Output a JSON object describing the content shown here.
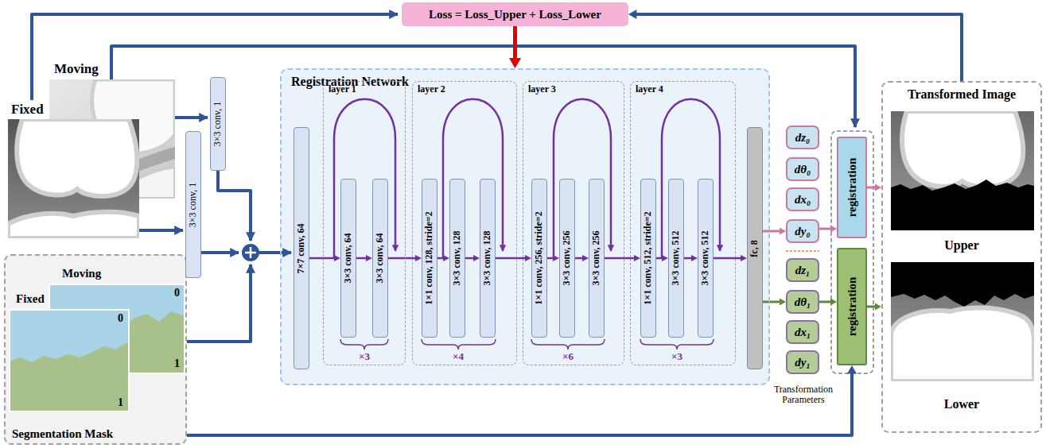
{
  "diagram": {
    "nodes": [
      {
        "text": [
          "Loss = Loss_Upper + Loss_Lower"
        ]
      },
      {
        "text": [
          "Segmentation Mask"
        ]
      },
      {
        "text": [
          "3×3 conv, 1"
        ]
      },
      {
        "text": [
          "3×3 conv, 1"
        ]
      },
      {
        "text": [
          "Registration Network"
        ]
      },
      {
        "text": [
          "7×7 conv, 64"
        ],
        "in": 4
      },
      {
        "text": [
          "layer 1"
        ],
        "in": 4
      },
      {
        "text": [
          "3×3 conv, 64"
        ],
        "in": 6
      },
      {
        "text": [
          "3×3 conv, 64"
        ],
        "in": 6
      },
      {
        "text": [
          "layer 2"
        ],
        "in": 4
      },
      {
        "text": [
          "1×1 conv, 128, stride=2"
        ],
        "in": 9
      },
      {
        "text": [
          "3×3 conv, 128"
        ],
        "in": 9
      },
      {
        "text": [
          "3×3 conv, 128"
        ],
        "in": 9
      },
      {
        "text": [
          "layer 3"
        ],
        "in": 4
      },
      {
        "text": [
          "1×1 conv, 256, stride=2"
        ],
        "in": 13
      },
      {
        "text": [
          "3×3 conv, 256"
        ],
        "in": 13
      },
      {
        "text": [
          "3×3 conv, 256"
        ],
        "in": 13
      },
      {
        "text": [
          "layer 4"
        ],
        "in": 4
      },
      {
        "text": [
          "1×1 conv, 512, stride=2"
        ],
        "in": 17
      },
      {
        "text": [
          "3×3 conv, 512"
        ],
        "in": 17
      },
      {
        "text": [
          "3×3 conv, 512"
        ],
        "in": 17
      },
      {
        "text": [
          "fc, 8"
        ],
        "in": 4
      },
      {
        "text": [
          "dz₀"
        ]
      },
      {
        "text": [
          "dθ₀"
        ]
      },
      {
        "text": [
          "dx₀"
        ]
      },
      {
        "text": [
          "dy₀"
        ]
      },
      {
        "text": [
          "dz₁"
        ]
      },
      {
        "text": [
          "dθ₁"
        ]
      },
      {
        "text": [
          "dx₁"
        ]
      },
      {
        "text": [
          "dy₁"
        ]
      },
      {
        "text": [
          "registration"
        ]
      },
      {
        "text": [
          "registration"
        ]
      },
      {
        "text": [
          "Transformed Image",
          "Upper",
          "Lower"
        ]
      }
    ],
    "edges": [
      {
        "from": 0,
        "to": 4,
        "arrow": "to"
      },
      {
        "from": 5,
        "to": 7,
        "arrow": "to"
      },
      {
        "from": 7,
        "to": 8,
        "arrow": "to"
      },
      {
        "from": 8,
        "to": 10,
        "arrow": "to"
      },
      {
        "from": 10,
        "to": 11,
        "arrow": "to"
      },
      {
        "from": 11,
        "to": 12,
        "arrow": "to"
      },
      {
        "from": 12,
        "to": 14,
        "arrow": "to"
      },
      {
        "from": 14,
        "to": 15,
        "arrow": "to"
      },
      {
        "from": 15,
        "to": 16,
        "arrow": "to"
      },
      {
        "from": 16,
        "to": 18,
        "arrow": "to"
      },
      {
        "from": 18,
        "to": 19,
        "arrow": "to"
      },
      {
        "from": 19,
        "to": 20,
        "arrow": "to"
      },
      {
        "from": 20,
        "to": 21,
        "arrow": "to"
      },
      {
        "from": 21,
        "to": 25,
        "arrow": "to"
      },
      {
        "from": 21,
        "to": 27,
        "arrow": "to"
      },
      {
        "from": 25,
        "to": 30,
        "arrow": "to"
      },
      {
        "from": 27,
        "to": 31,
        "arrow": "to"
      },
      {
        "from": 30,
        "to": 32,
        "arrow": "to"
      },
      {
        "from": 31,
        "to": 32,
        "arrow": "to"
      },
      {
        "from": 32,
        "to": 0,
        "arrow": "to"
      },
      {
        "from": 1,
        "to": 31,
        "arrow": "to"
      }
    ],
    "labels": [
      "Moving",
      "Fixed",
      "Moving",
      "Fixed",
      "0",
      "1",
      "0",
      "1",
      "×3",
      "×4",
      "×6",
      "×3",
      "Transformation Parameters"
    ]
  }
}
